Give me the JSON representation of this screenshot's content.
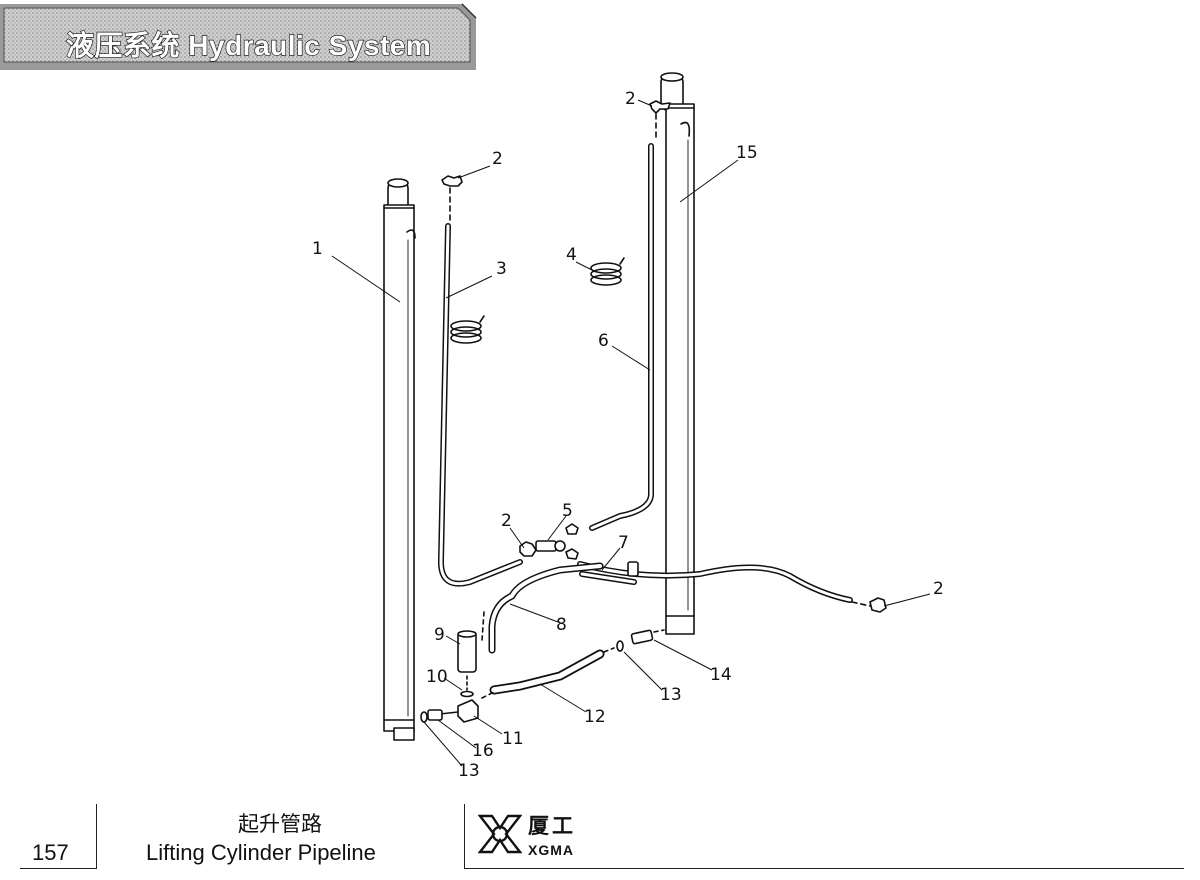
{
  "header": {
    "section_title": "液压系统  Hydraulic System"
  },
  "callouts": [
    {
      "id": "c1",
      "text": "1"
    },
    {
      "id": "c2a",
      "text": "2"
    },
    {
      "id": "c2b",
      "text": "2"
    },
    {
      "id": "c2c",
      "text": "2"
    },
    {
      "id": "c2d",
      "text": "2"
    },
    {
      "id": "c3",
      "text": "3"
    },
    {
      "id": "c4",
      "text": "4"
    },
    {
      "id": "c5",
      "text": "5"
    },
    {
      "id": "c6",
      "text": "6"
    },
    {
      "id": "c7",
      "text": "7"
    },
    {
      "id": "c8",
      "text": "8"
    },
    {
      "id": "c9",
      "text": "9"
    },
    {
      "id": "c10",
      "text": "10"
    },
    {
      "id": "c11",
      "text": "11"
    },
    {
      "id": "c12",
      "text": "12"
    },
    {
      "id": "c13a",
      "text": "13"
    },
    {
      "id": "c13b",
      "text": "13"
    },
    {
      "id": "c14",
      "text": "14"
    },
    {
      "id": "c15",
      "text": "15"
    },
    {
      "id": "c16",
      "text": "16"
    }
  ],
  "footer": {
    "page_number": "157",
    "title_cn": "起升管路",
    "title_en": "Lifting Cylinder Pipeline",
    "logo_cn": "厦工",
    "logo_en": "XGMA"
  }
}
